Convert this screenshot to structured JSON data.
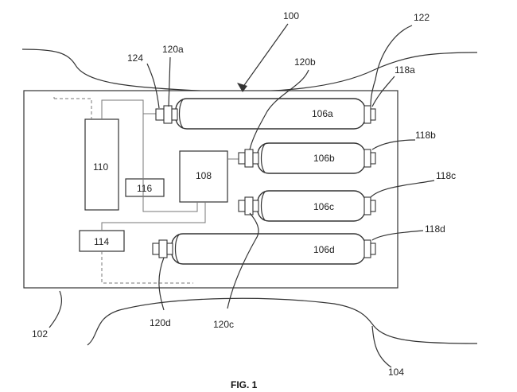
{
  "figure": {
    "caption": "FIG. 1",
    "labels": {
      "device": "100",
      "upper_region": "102",
      "lower_region": "104",
      "roller_a": "106a",
      "roller_b": "106b",
      "roller_c": "106c",
      "roller_d": "106d",
      "battery": "110",
      "controller": "108",
      "module_114": "114",
      "module_116": "116",
      "right_end_a": "118a",
      "right_end_b": "118b",
      "right_end_c": "118c",
      "right_end_d": "118d",
      "left_end_a": "120a",
      "left_end_b": "120b",
      "left_end_c": "120c",
      "left_end_d": "120d",
      "shaft": "122",
      "bearing": "124"
    }
  }
}
